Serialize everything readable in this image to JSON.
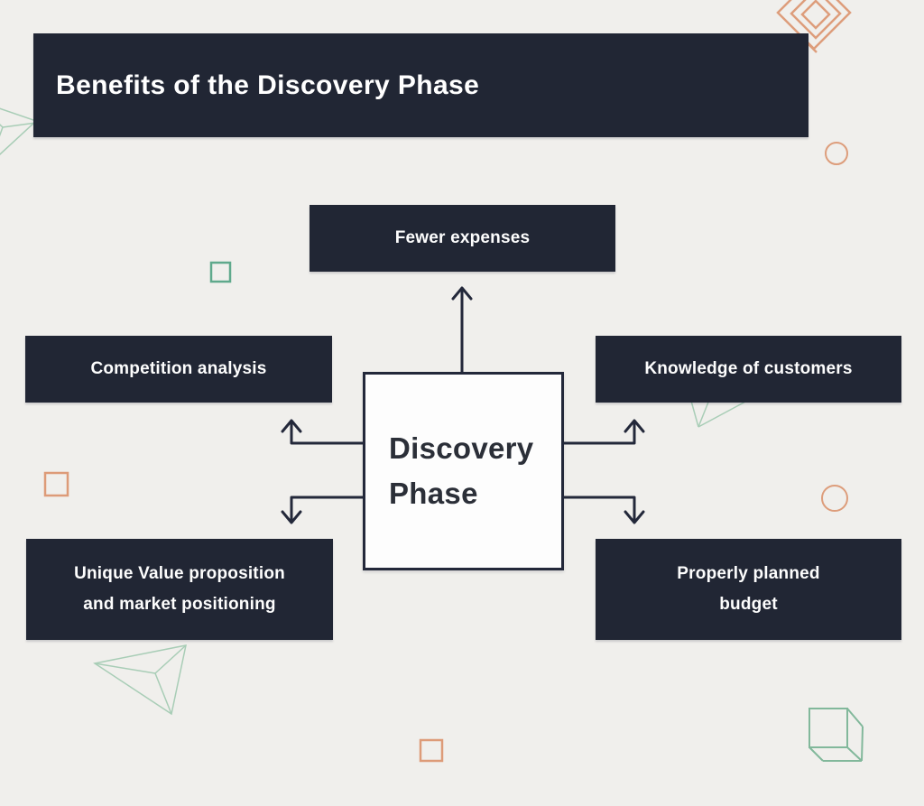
{
  "header": {
    "title": "Benefits of the Discovery Phase",
    "bg": "#212634",
    "text_color": "#ffffff"
  },
  "center_box": {
    "label": "Discovery Phase",
    "bg": "#fdfdfd",
    "border_color": "#23283a",
    "text_color": "#2b2f38"
  },
  "benefit_boxes": [
    {
      "label": "Fewer expenses",
      "position": "top-center"
    },
    {
      "label": "Competition analysis",
      "position": "middle-left"
    },
    {
      "label": "Knowledge of customers",
      "position": "middle-right"
    },
    {
      "label": "Unique Value proposition and market positioning",
      "position": "bottom-left"
    },
    {
      "label": "Properly planned budget",
      "position": "bottom-right"
    }
  ],
  "arrows": [
    {
      "name": "arrow-top",
      "direction": "up",
      "from": "center-box",
      "to": "Fewer expenses"
    },
    {
      "name": "arrow-left-up",
      "direction": "up",
      "from": "center-box",
      "to": "Competition analysis"
    },
    {
      "name": "arrow-left-down",
      "direction": "down",
      "from": "center-box",
      "to": "Unique Value proposition and market positioning"
    },
    {
      "name": "arrow-right-up",
      "direction": "up",
      "from": "center-box",
      "to": "Knowledge of customers"
    },
    {
      "name": "arrow-right-down",
      "direction": "down",
      "from": "center-box",
      "to": "Properly planned budget"
    }
  ],
  "decor_shapes": [
    "nested-diamonds-top-right",
    "circle-outline-top-right",
    "circle-outline-right",
    "green-square-outline",
    "orange-square-outline-left",
    "orange-square-outline-bottom",
    "green-tetrahedron-bottom-left",
    "green-tetrahedron-left-edge",
    "green-triangle-under-knowledge-box",
    "green-cube-bottom-right"
  ],
  "colors": {
    "background": "#f0efec",
    "box_dark": "#212634",
    "arrow": "#23283a",
    "accent_orange": "#dd9d7b",
    "accent_green": "#5fa98c",
    "accent_green_light": "#a8cdb6"
  }
}
